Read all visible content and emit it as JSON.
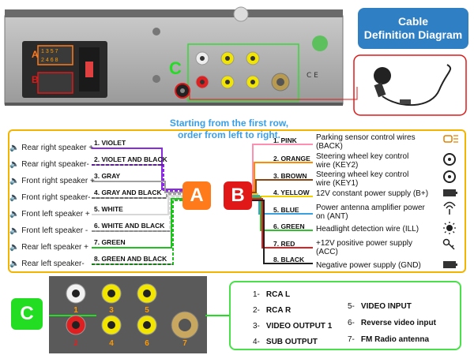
{
  "title": [
    "Cable",
    "Definition Diagram"
  ],
  "instruction": [
    "Starting from the first row,",
    "order from left to right."
  ],
  "badges": {
    "a": "A",
    "b": "B",
    "c": "C"
  },
  "connector_labels": {
    "a": "A",
    "b": "B",
    "c": "C"
  },
  "speakers": [
    "Rear right speaker +",
    "Rear right speaker-",
    "Front right speaker +",
    "Front right speaker-",
    "Front left speaker +",
    "Front left speaker -",
    "Rear left speaker +",
    "Rear left speaker-"
  ],
  "a_wires": [
    {
      "label": "1. VIOLET",
      "color": "#8a2be2"
    },
    {
      "label": "2. VIOLET AND BLACK",
      "color": "#8a2be2"
    },
    {
      "label": "3. GRAY",
      "color": "#a0a0a0"
    },
    {
      "label": "4. GRAY AND BLACK",
      "color": "#a0a0a0"
    },
    {
      "label": "5. WHITE",
      "color": "#d8d8d8"
    },
    {
      "label": "6. WHITE AND BLACK",
      "color": "#d8d8d8"
    },
    {
      "label": "7. GREEN",
      "color": "#20c020"
    },
    {
      "label": "8. GREEN AND BLACK",
      "color": "#20c020"
    }
  ],
  "b_wires": [
    {
      "label": "1. PINK",
      "desc": [
        "Parking sensor control wires",
        "(BACK)"
      ],
      "color": "#ff8fb0",
      "icon": "parking-sensor-icon"
    },
    {
      "label": "2. ORANGE",
      "desc": [
        "Steering wheel key control",
        "wire (KEY2)"
      ],
      "color": "#ff8c00",
      "icon": "steering-wheel-icon"
    },
    {
      "label": "3. BROWN",
      "desc": [
        "Steering wheel key control",
        "wire (KEY1)"
      ],
      "color": "#8b4513",
      "icon": "steering-wheel-icon"
    },
    {
      "label": "4. YELLOW",
      "desc": [
        "12V constant power supply (B+)"
      ],
      "color": "#f5d000",
      "icon": "battery-icon"
    },
    {
      "label": "5. BLUE",
      "desc": [
        "Power antenna amplifier power",
        "on (ANT)"
      ],
      "color": "#3aa0e0",
      "icon": "antenna-icon"
    },
    {
      "label": "6. GREEN",
      "desc": [
        "Headlight detection wire (ILL)"
      ],
      "color": "#30c030",
      "icon": "light-icon"
    },
    {
      "label": "7. RED",
      "desc": [
        "+12V positive power supply",
        "(ACC)"
      ],
      "color": "#e02020",
      "icon": "key-icon"
    },
    {
      "label": "8. BLACK",
      "desc": [
        "Negative power supply (GND)"
      ],
      "color": "#202020",
      "icon": "battery-icon"
    }
  ],
  "rca_numbers": [
    "1",
    "2",
    "3",
    "4",
    "5",
    "6",
    "7"
  ],
  "connector_a_numbers": [
    "1",
    "3",
    "5",
    "7",
    "2",
    "4",
    "6",
    "8"
  ],
  "rca_legend": [
    {
      "num": "1-",
      "label": "RCA L"
    },
    {
      "num": "2-",
      "label": "RCA R"
    },
    {
      "num": "3-",
      "label": "VIDEO OUTPUT 1"
    },
    {
      "num": "4-",
      "label": "SUB OUTPUT"
    },
    {
      "num": "5-",
      "label": "VIDEO INPUT"
    },
    {
      "num": "6-",
      "label": "Reverse video input"
    },
    {
      "num": "7-",
      "label": "FM Radio antenna"
    }
  ],
  "colors": {
    "title_bg": "#2f7fc4",
    "badge_a": "#ff7a1a",
    "badge_b": "#e01818",
    "badge_c": "#22dd22",
    "panel_border": "#f2b400"
  }
}
